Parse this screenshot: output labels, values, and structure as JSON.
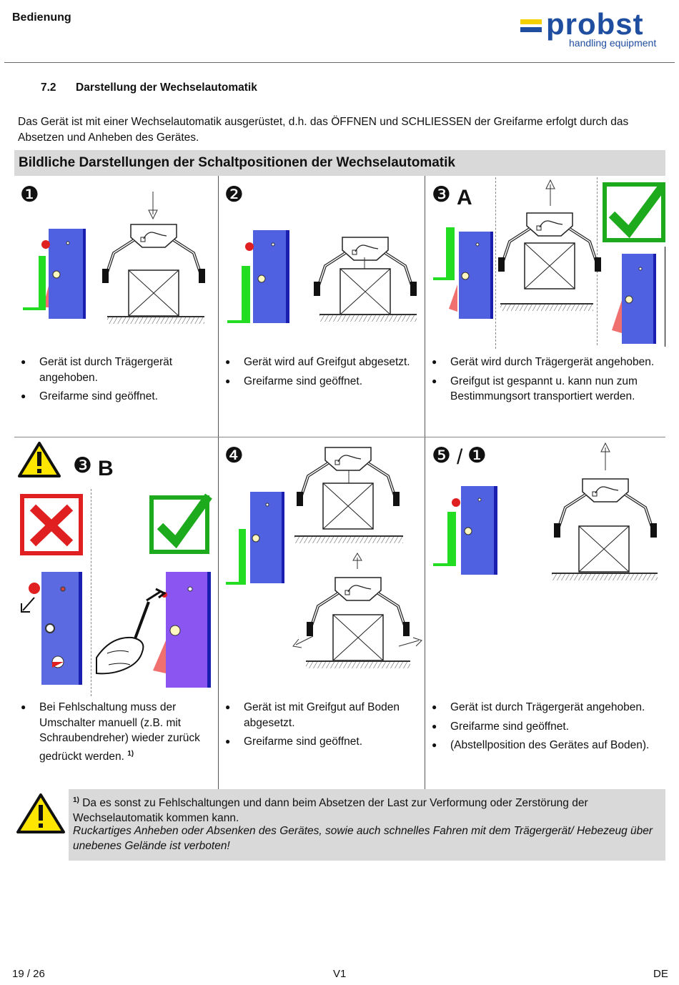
{
  "header": {
    "title": "Bedienung",
    "logo_word": "probst",
    "logo_tagline": "handling equipment",
    "logo_blue": "#1f4ea0",
    "logo_yellow": "#f5d000"
  },
  "section": {
    "number": "7.2",
    "title": "Darstellung der Wechselautomatik"
  },
  "intro": "Das Gerät ist mit einer Wechselautomatik ausgerüstet, d.h. das ÖFFNEN und SCHLIESSEN der Greifarme erfolgt durch das Absetzen und Anheben des Gerätes.",
  "banner": "Bildliche Darstellungen der Schaltpositionen der Wechselautomatik",
  "cells": [
    {
      "number": "❶",
      "letter": "",
      "bullets": [
        "Gerät ist durch Trägergerät angehoben.",
        "Greifarme sind geöffnet."
      ]
    },
    {
      "number": "❷",
      "letter": "",
      "bullets": [
        "Gerät wird auf Greifgut abgesetzt.",
        "Greifarme sind geöffnet."
      ]
    },
    {
      "number": "❸",
      "letter": "A",
      "bullets": [
        "Gerät wird durch Trägergerät angehoben.",
        "Greifgut ist gespannt u. kann nun zum Bestimmungsort transportiert werden."
      ]
    },
    {
      "number": "❸",
      "letter": "B",
      "bullets": [
        "Bei Fehlschaltung muss der Umschalter manuell (z.B. mit Schraubendreher) wieder zurück gedrückt werden."
      ],
      "footnote_ref": "1)"
    },
    {
      "number": "❹",
      "letter": "",
      "bullets": [
        "Gerät ist mit Greifgut auf Boden abgesetzt.",
        "Greifarme sind geöffnet."
      ]
    },
    {
      "number": "❺",
      "separator": "/",
      "number2": "❶",
      "bullets": [
        "Gerät ist durch Trägergerät angehoben.",
        "Greifarme sind geöffnet.",
        "(Abstellposition des Gerätes auf Boden)."
      ]
    }
  ],
  "note": {
    "footnote_mark": "1)",
    "text": "Da es sonst zu Fehlschaltungen und dann beim Absetzen der Last zur Verformung oder Zerstörung der Wechselautomatik kommen kann.",
    "warning": "Ruckartiges Anheben oder Absenken des Gerätes, sowie auch schnelles Fahren mit dem Trägergerät/ Hebezeug über unebenes Gelände ist verboten!"
  },
  "footer": {
    "page": "19 / 26",
    "version": "V1",
    "lang": "DE"
  },
  "icons": [
    "warning-icon",
    "check-icon",
    "cross-icon",
    "arrow-up-icon",
    "arrow-down-icon",
    "screwdriver-hand-icon"
  ],
  "colors": {
    "device_blue": "#4f60e0",
    "green": "#22dd22",
    "red": "#e02020",
    "check_green": "#1daa1d",
    "warning_yellow": "#ffe600",
    "device_purple": "#8a55f0"
  }
}
